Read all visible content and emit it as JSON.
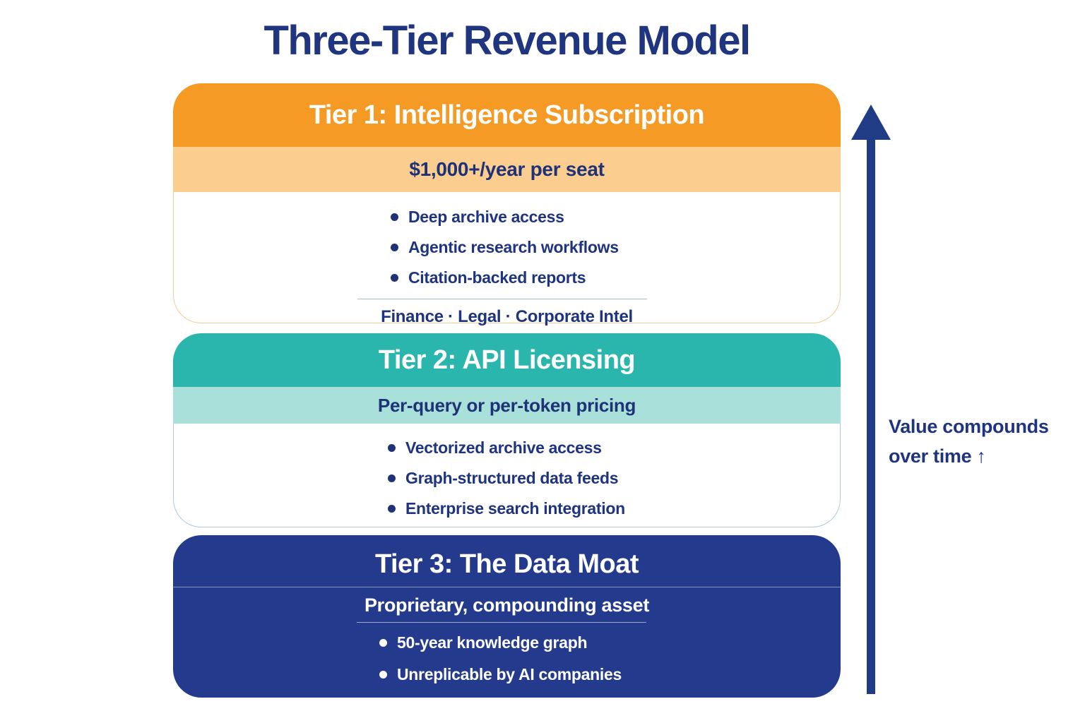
{
  "title": "Three-Tier Revenue Model",
  "tiers": [
    {
      "name": "Tier 1: Intelligence Subscription",
      "price": "$1,000+/year per seat",
      "bullets": [
        "Deep archive access",
        "Agentic research workflows",
        "Citation-backed reports"
      ],
      "footer": "Finance · Legal · Corporate Intel"
    },
    {
      "name": "Tier 2: API Licensing",
      "price": "Per-query or per-token pricing",
      "bullets": [
        "Vectorized archive access",
        "Graph-structured data feeds",
        "Enterprise search integration"
      ]
    },
    {
      "name": "Tier 3: The Data Moat",
      "subtitle": "Proprietary, compounding asset",
      "bullets": [
        "50-year knowledge graph",
        "Unreplicable by AI companies"
      ]
    }
  ],
  "annotation": {
    "line1": "Value compounds",
    "line2": "over time ↑"
  },
  "colors": {
    "tier1_header": "#F59B25",
    "tier1_band": "#FBCE90",
    "tier2_header": "#2BB6AD",
    "tier2_band": "#A9E1DA",
    "tier3_card": "#243A8C",
    "text_navy": "#1F3480",
    "arrow_navy": "#1F3C85"
  }
}
